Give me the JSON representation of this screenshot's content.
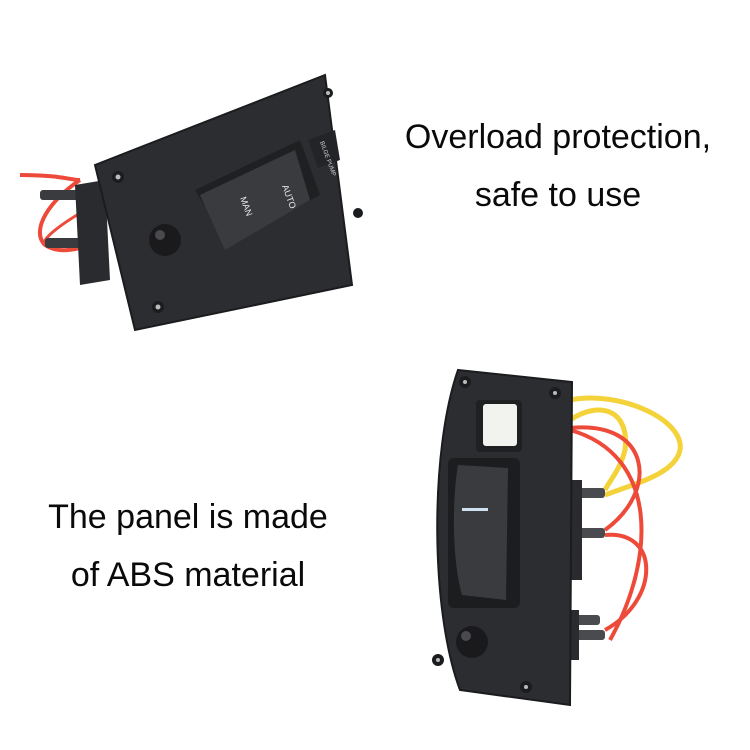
{
  "captions": {
    "top": {
      "line1": "Overload protection,",
      "line2": "safe to use"
    },
    "bottom": {
      "line1": "The panel is made",
      "line2": "of ABS material"
    }
  },
  "product_top": {
    "view": "angled horizontal panel",
    "rocker_labels": {
      "left": "MAN",
      "right": "AUTO"
    },
    "indicator_label": {
      "line1": "BILGE",
      "line2": "PUMP"
    }
  },
  "product_bottom": {
    "view": "vertical panel with indicator light and wires"
  },
  "colors": {
    "background": "#ffffff",
    "panel": "#2c2d30",
    "panel_edge": "#1b1c1e",
    "rocker": "#3a3b3e",
    "wire_red": "#ee4a3a",
    "wire_yellow": "#f4d23a",
    "led_white": "#f2f2ee",
    "text": "#0a0a0a"
  }
}
